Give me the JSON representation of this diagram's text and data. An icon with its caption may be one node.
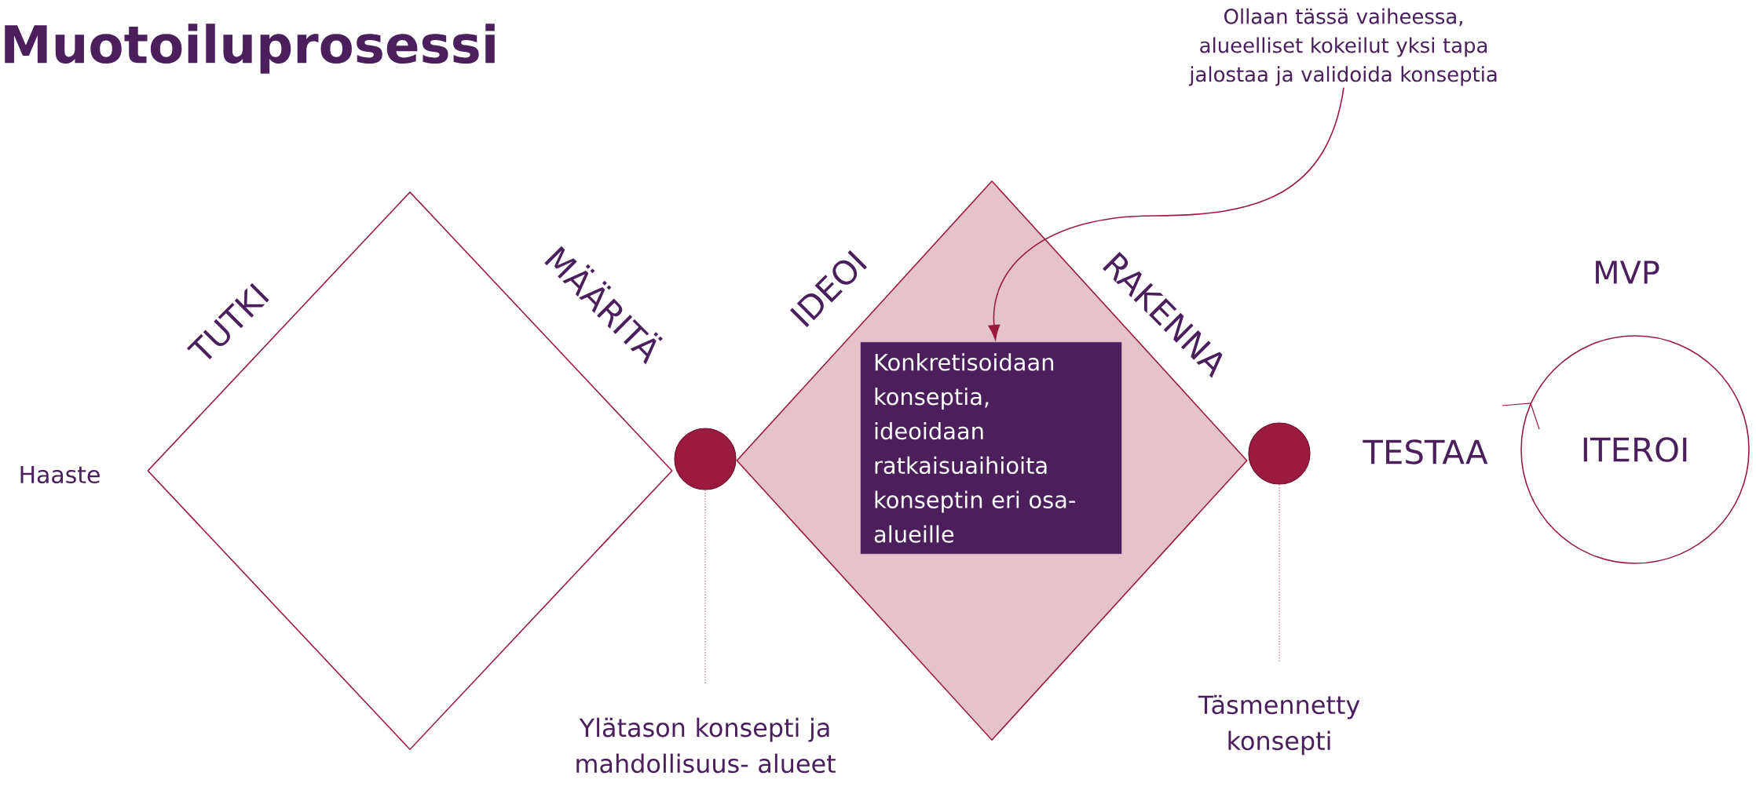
{
  "diagram": {
    "title": "Muotoiluprosessi",
    "nodes": [
      {
        "text": [],
        "shape": "diamond"
      },
      {
        "text": [],
        "shape": "diamond"
      },
      {
        "text": [
          "Konkretisoidaan konseptia, ideoidaan ratkaisuaihioita konseptin eri osa-alueille"
        ],
        "in": 1
      },
      {
        "text": [
          "Ollaan tässä vaiheessa, alueelliset kokeilut yksi tapa jalostaa ja validoida konseptia"
        ]
      },
      {
        "text": [],
        "shape": "circle"
      },
      {
        "text": [
          "Ylätason konsepti ja mahdollisuus- alueet"
        ]
      },
      {
        "text": [],
        "shape": "circle"
      },
      {
        "text": [
          "Täsmennetty konsepti"
        ]
      },
      {
        "text": [
          "ITEROI"
        ],
        "beside": [
          "MVP"
        ]
      }
    ],
    "edges": [
      {
        "from": 3,
        "to": 2,
        "arrow": "to"
      },
      {
        "from": 4,
        "to": 5,
        "arrow": "none",
        "style": "dashed"
      },
      {
        "from": 6,
        "to": 7,
        "arrow": "none",
        "style": "dashed"
      }
    ],
    "labels": [
      "Haaste",
      "TUTKI",
      "MÄÄRITÄ",
      "IDEOI",
      "RAKENNA",
      "TESTAA"
    ]
  }
}
